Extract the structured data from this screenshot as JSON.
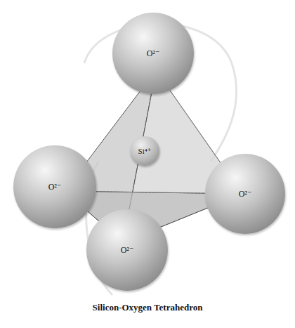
{
  "diagram": {
    "caption": "Silicon-Oxygen Tetrahedron",
    "nodes": [
      {
        "text": [
          "O²⁻"
        ]
      },
      {
        "text": [
          "Si⁴⁺"
        ]
      },
      {
        "text": [
          "O²⁻"
        ]
      },
      {
        "text": [
          "O²⁻"
        ]
      },
      {
        "text": [
          "O²⁻"
        ]
      }
    ]
  }
}
